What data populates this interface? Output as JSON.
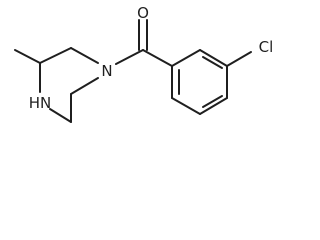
{
  "molecule": {
    "atoms": {
      "oxygen": "O",
      "chlorine": "Cl",
      "ring_nitrogen": "N",
      "amine_nh": "HN"
    }
  }
}
